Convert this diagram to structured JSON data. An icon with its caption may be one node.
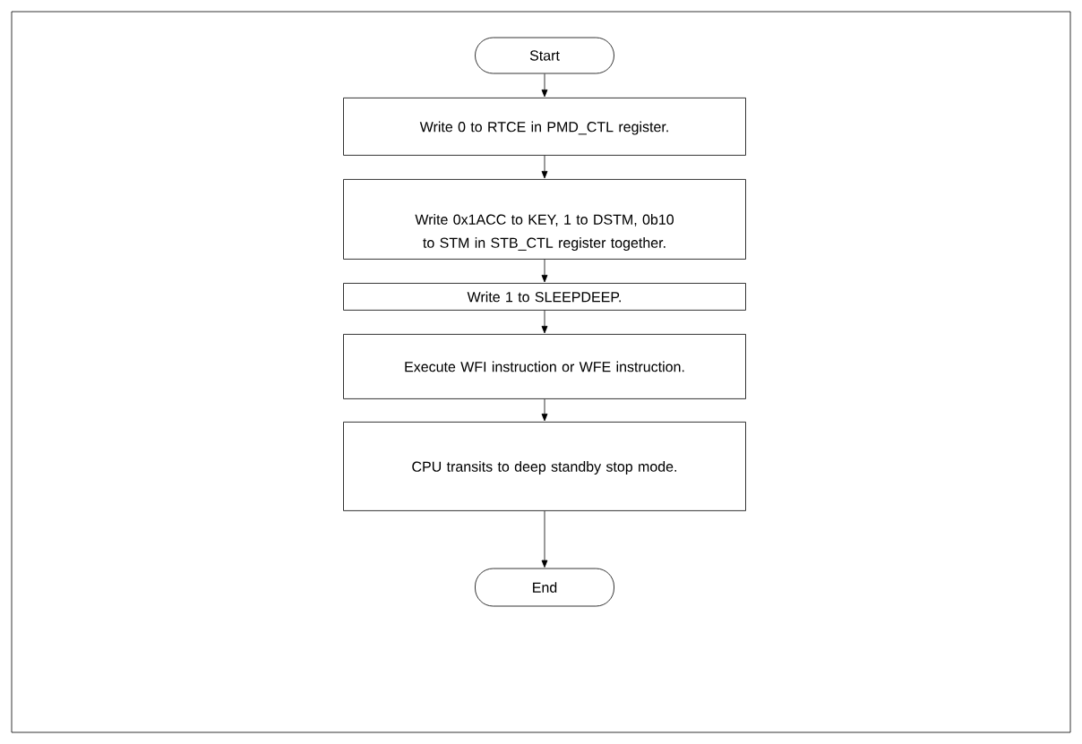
{
  "diagram": {
    "nodes": [
      {
        "text": [
          "Start"
        ]
      },
      {
        "text": [
          "Write 0 to RTCE in PMD_CTL register."
        ]
      },
      {
        "text": [
          "Write 0x1ACC to KEY, 1 to DSTM, 0b10 to STM in STB_CTL register together."
        ]
      },
      {
        "text": [
          "Write 1 to SLEEPDEEP."
        ]
      },
      {
        "text": [
          "Execute WFI instruction or WFE instruction."
        ]
      },
      {
        "text": [
          "CPU transits to deep standby stop mode."
        ]
      },
      {
        "text": [
          "End"
        ]
      }
    ],
    "edges": [
      {
        "from": 0,
        "to": 1,
        "arrow": "to"
      },
      {
        "from": 1,
        "to": 2,
        "arrow": "to"
      },
      {
        "from": 2,
        "to": 3,
        "arrow": "to"
      },
      {
        "from": 3,
        "to": 4,
        "arrow": "to"
      },
      {
        "from": 4,
        "to": 5,
        "arrow": "to"
      },
      {
        "from": 5,
        "to": 6,
        "arrow": "to"
      }
    ]
  }
}
